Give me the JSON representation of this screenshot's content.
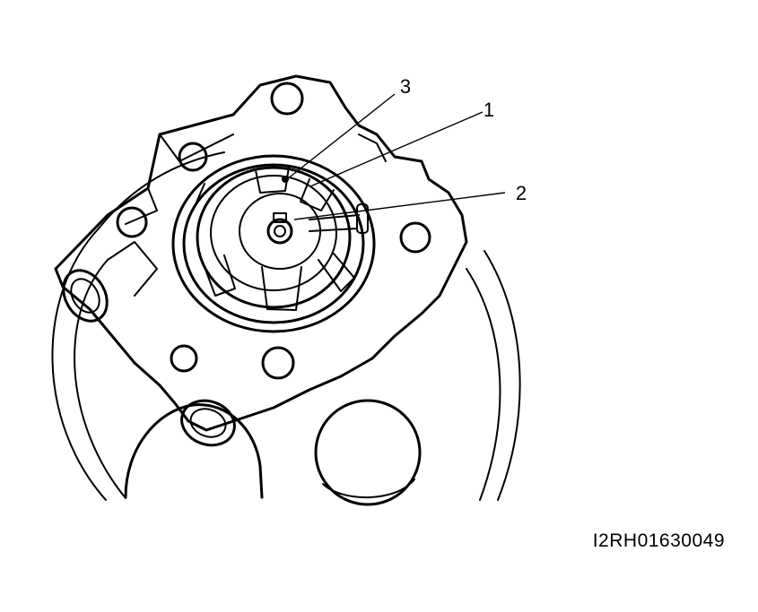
{
  "callouts": [
    {
      "label": "1"
    },
    {
      "label": "2"
    },
    {
      "label": "3"
    }
  ],
  "figure_id": "I2RH01630049"
}
